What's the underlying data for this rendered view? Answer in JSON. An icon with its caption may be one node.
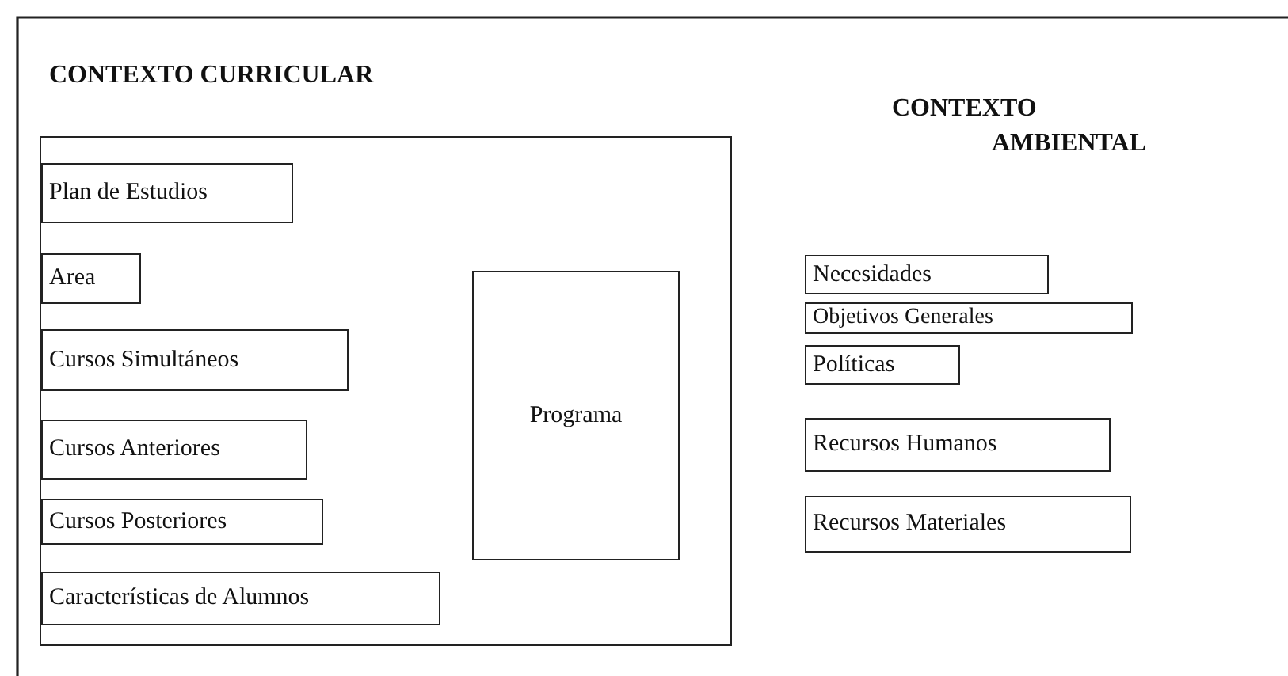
{
  "diagram": {
    "nodes": [
      {
        "text": [
          "CONTEXTO CURRICULAR"
        ]
      },
      {
        "text": [
          "Plan de Estudios"
        ],
        "in": 0
      },
      {
        "text": [
          "Area"
        ],
        "in": 0
      },
      {
        "text": [
          "Cursos Simultáneos"
        ],
        "in": 0
      },
      {
        "text": [
          "Cursos Anteriores"
        ],
        "in": 0
      },
      {
        "text": [
          "Cursos Posteriores"
        ],
        "in": 0
      },
      {
        "text": [
          "Características de Alumnos"
        ],
        "in": 0
      },
      {
        "text": [
          "Programa"
        ],
        "in": 0
      },
      {
        "text": [
          "Necesidades"
        ]
      },
      {
        "text": [
          "Objetivos Generales"
        ]
      },
      {
        "text": [
          "Políticas"
        ]
      },
      {
        "text": [
          "Recursos Humanos"
        ]
      },
      {
        "text": [
          "Recursos Materiales"
        ]
      }
    ],
    "labels": [
      "CONTEXTO AMBIENTAL"
    ]
  }
}
